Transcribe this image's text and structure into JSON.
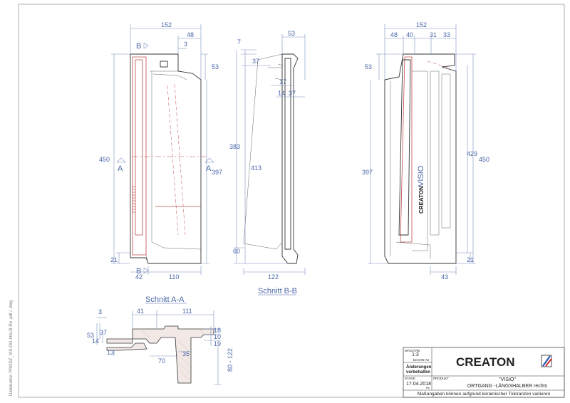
{
  "drawing": {
    "section_aa_label": "Schnitt A-A",
    "section_bb_label": "Schnitt B-B",
    "marker_a": "A",
    "marker_b": "B",
    "brand_vertical": "VISIO",
    "side_filename": "Dateiname: PRODZ_VIS-OG-HALB-Re .pdf / .dwg",
    "view1": {
      "d152": "152",
      "d48": "48",
      "d3": "3",
      "d53": "53",
      "d450": "450",
      "d397": "397",
      "d21": "21",
      "d42": "42",
      "d110": "110"
    },
    "view2": {
      "d7": "7",
      "d53": "53",
      "d37": "37",
      "d17": "17",
      "d14": "14",
      "d37b": "37",
      "d383": "383",
      "d413": "413",
      "d60": "60",
      "d122": "122"
    },
    "view3": {
      "d152": "152",
      "d48": "48",
      "d40": "40",
      "d31": "31",
      "d33": "33",
      "d53": "53",
      "d397": "397",
      "d429": "429",
      "d450": "450",
      "d21": "21",
      "d43": "43"
    },
    "section_aa": {
      "d3": "3",
      "d41": "41",
      "d111": "111",
      "d53": "53",
      "d37": "37",
      "d14": "14",
      "d13": "13",
      "d18": "18",
      "d10": "10",
      "d19": "19",
      "d70": "70",
      "d35": "35",
      "d80_122": "80 - 122"
    }
  },
  "title_block": {
    "massstab_label": "MASSTAB",
    "scale": "1:3",
    "scale_note": "bei DIN-A3",
    "changes_line1": "Änderungen",
    "changes_line2": "vorbehalten",
    "stand_label": "STAND",
    "date": "17.04.2018",
    "initials": "Rs",
    "produkt_label": "PRODUKT",
    "product_name": "\"VISIO\"",
    "product_desc": "ORTGANG -LÄNGSHALBER rechts",
    "brand": "CREATON",
    "footer": "Maßangaben können aufgrund keramischer Toleranzen variieren"
  }
}
